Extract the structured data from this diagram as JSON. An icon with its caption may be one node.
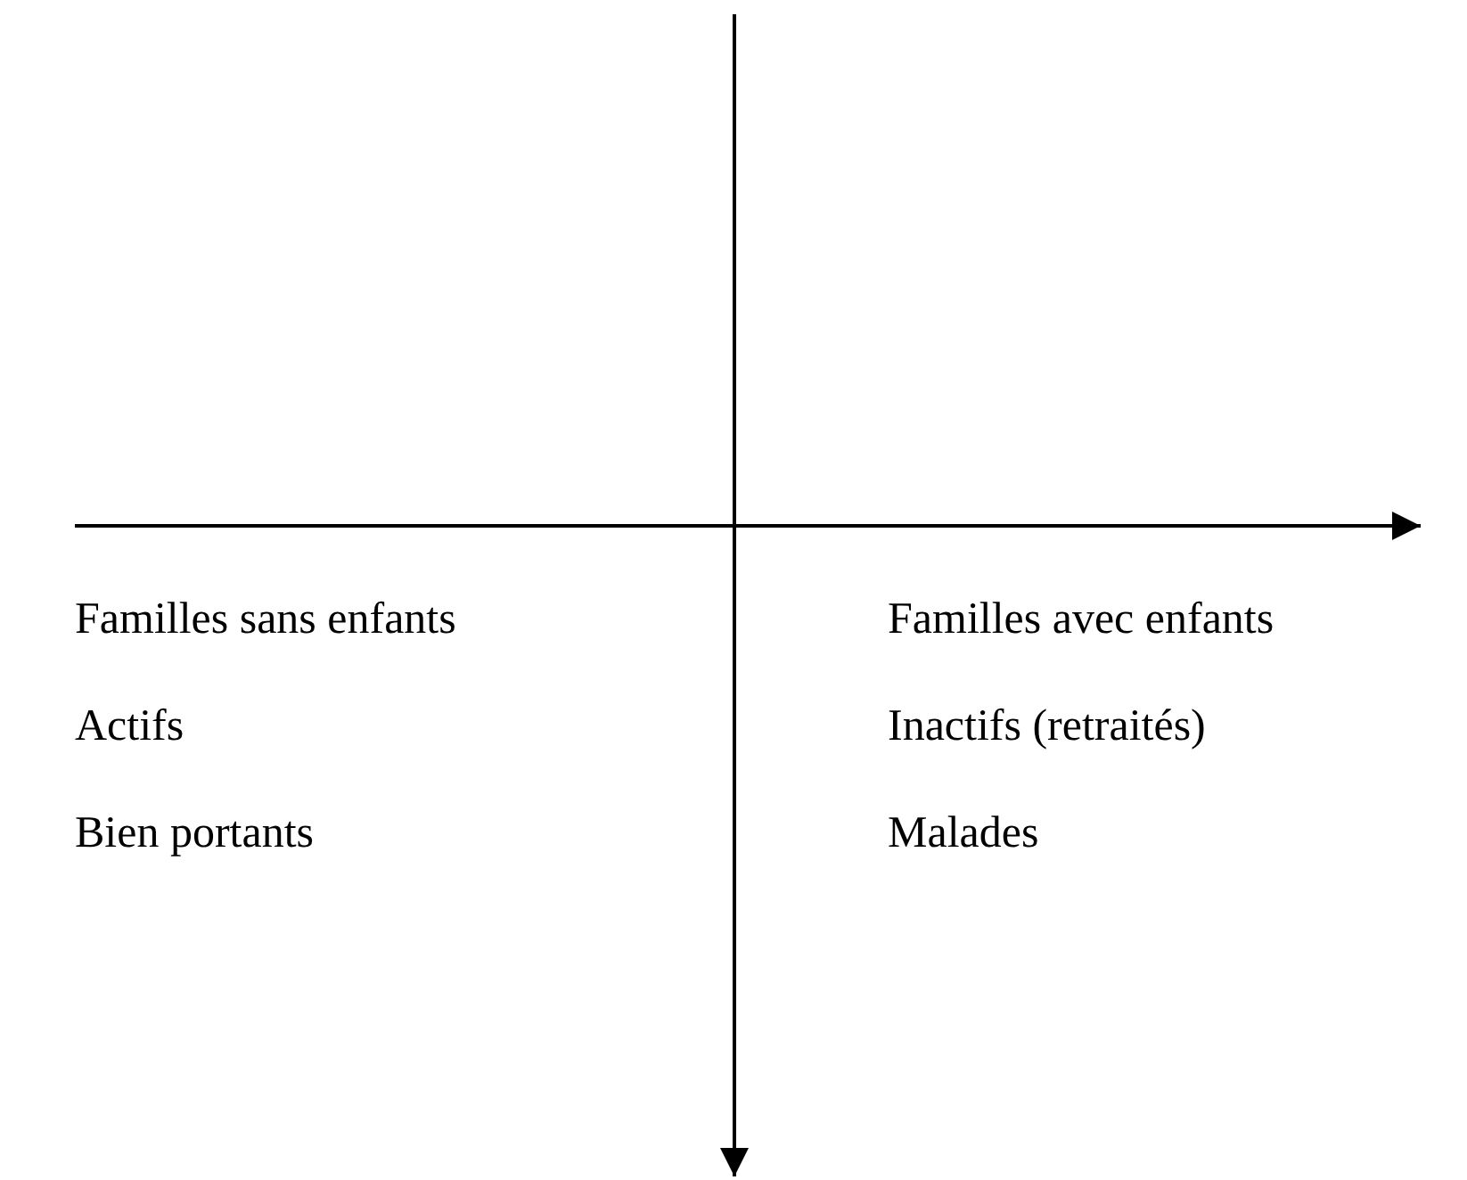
{
  "diagram": {
    "labels": [
      "Familles sans enfants",
      "Familles avec enfants",
      "Actifs",
      "Inactifs (retraités)",
      "Bien portants",
      "Malades"
    ]
  }
}
